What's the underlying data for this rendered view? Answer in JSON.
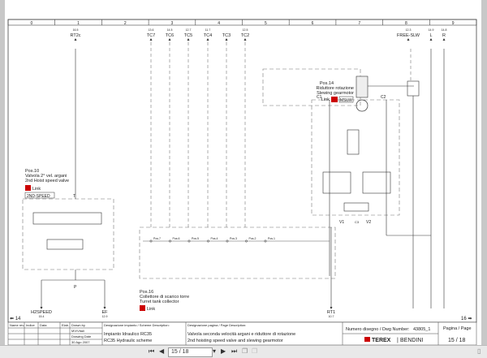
{
  "ruler": [
    "0",
    "1",
    "2",
    "3",
    "4",
    "5",
    "6",
    "7",
    "8",
    "9"
  ],
  "top_ports": [
    {
      "ref": "16.5",
      "label": "RT2c"
    },
    {
      "ref": "13.6",
      "label": "TC7"
    },
    {
      "ref": "14.5",
      "label": "TC6"
    },
    {
      "ref": "12.7",
      "label": "TC5"
    },
    {
      "ref": "11.7",
      "label": "TC4"
    },
    {
      "ref": "",
      "label": "TC3"
    },
    {
      "ref": "12.5",
      "label": "TC2"
    },
    {
      "ref": "12.3",
      "label": "FREE-SLW"
    },
    {
      "ref": "14.9",
      "label": "L"
    },
    {
      "ref": "14.8",
      "label": "R"
    }
  ],
  "pos14": {
    "pos": "Pos.14",
    "line1": "Riduttore rotazione",
    "line2": "Slewing gearmotor",
    "link": "Link",
    "tag": "MSLW"
  },
  "pos10": {
    "pos": "Pos.10",
    "line1": "Valvola 2° vel. argani",
    "line2": "2nd Hoist speed valve",
    "link": "Link",
    "tag": "2ND-SPEED"
  },
  "pos16": {
    "pos": "Pos.16",
    "line1": "Collettore di scarico torre",
    "line2": "Turret tank collector",
    "link": "Link"
  },
  "collector_ports": [
    "Pos.7",
    "Pos.6",
    "Pos.5",
    "Pos.4",
    "Pos.3",
    "Pos.2",
    "Pos.1"
  ],
  "valve_ports": {
    "T": "T",
    "P": "P",
    "C1": "C1",
    "C2": "C2",
    "V1": "V1",
    "V2": "V2",
    "C3": "C3"
  },
  "bottom_ports": [
    {
      "label": "H2SPEED",
      "ref": "15.4"
    },
    {
      "label": "EF",
      "ref": "12.9"
    },
    {
      "label": "RT1",
      "ref": "10.7"
    }
  ],
  "nav": {
    "prev": "14",
    "next": "16"
  },
  "title_block": {
    "rev_headers": [
      "Name rev.",
      "Indice",
      "Data",
      "Elab."
    ],
    "drawn_by_label": "Drawn by",
    "drawn_by": "MV/Vitali",
    "date_label": "Drawing Date",
    "date": "30 Ago 2007",
    "scheme_label": "Designazione impianto / Scheme Description:",
    "scheme_it": "Impianto Idraulico RC35",
    "scheme_en": "RC35 Hydraulic scheme",
    "page_desc_label": "Designazione pagina / Page Description:",
    "page_it": "Valvola seconda velocità argani e riduttore di rotazione",
    "page_en": "2nd hoisting speed valve and slewing gearmotor",
    "dwg_label": "Numero disegno / Dwg Number:",
    "dwg": "43805_1",
    "brand": "TEREX",
    "brand2": "BENDINI",
    "page_label": "Pagina / Page",
    "page": "15  /  18"
  },
  "toolbar": {
    "page_input": "15 / 18"
  }
}
